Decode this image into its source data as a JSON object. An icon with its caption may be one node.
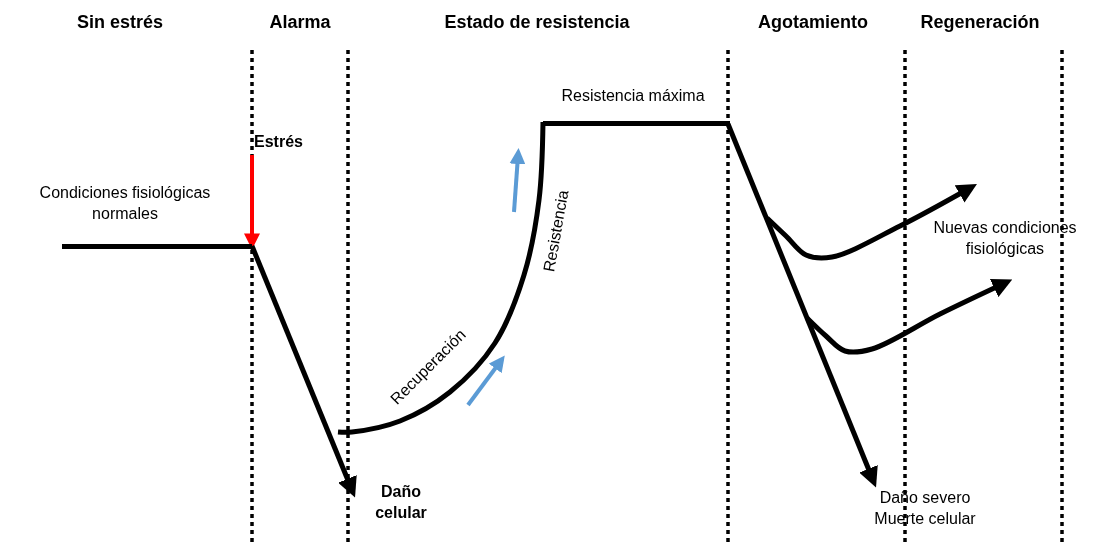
{
  "diagram": {
    "nodes": [
      {
        "text": [
          "Estrés"
        ]
      },
      {
        "text": [
          "Condiciones fisiológicas normales"
        ]
      },
      {
        "text": [
          "Daño celular"
        ]
      },
      {
        "text": [
          "Resistencia máxima"
        ]
      },
      {
        "text": [
          "Nuevas condiciones fisiológicas"
        ]
      },
      {
        "text": [
          "Daño severo Muerte celular"
        ]
      }
    ],
    "edges": [
      {
        "from": 0,
        "to": 1,
        "arrow": "to",
        "color": "#ff0000"
      },
      {
        "from": 1,
        "to": 2,
        "arrow": "to"
      },
      {
        "from": null,
        "to": 3,
        "arrow": "none"
      },
      {
        "from": 3,
        "to": 5,
        "arrow": "to"
      },
      {
        "from": null,
        "to": 4,
        "arrow": "to"
      },
      {
        "from": null,
        "to": 4,
        "arrow": "to"
      }
    ],
    "labels": [
      "Sin estrés",
      "Alarma",
      "Estado de resistencia",
      "Agotamiento",
      "Regeneración",
      "Recuperación",
      "Resistencia"
    ]
  }
}
